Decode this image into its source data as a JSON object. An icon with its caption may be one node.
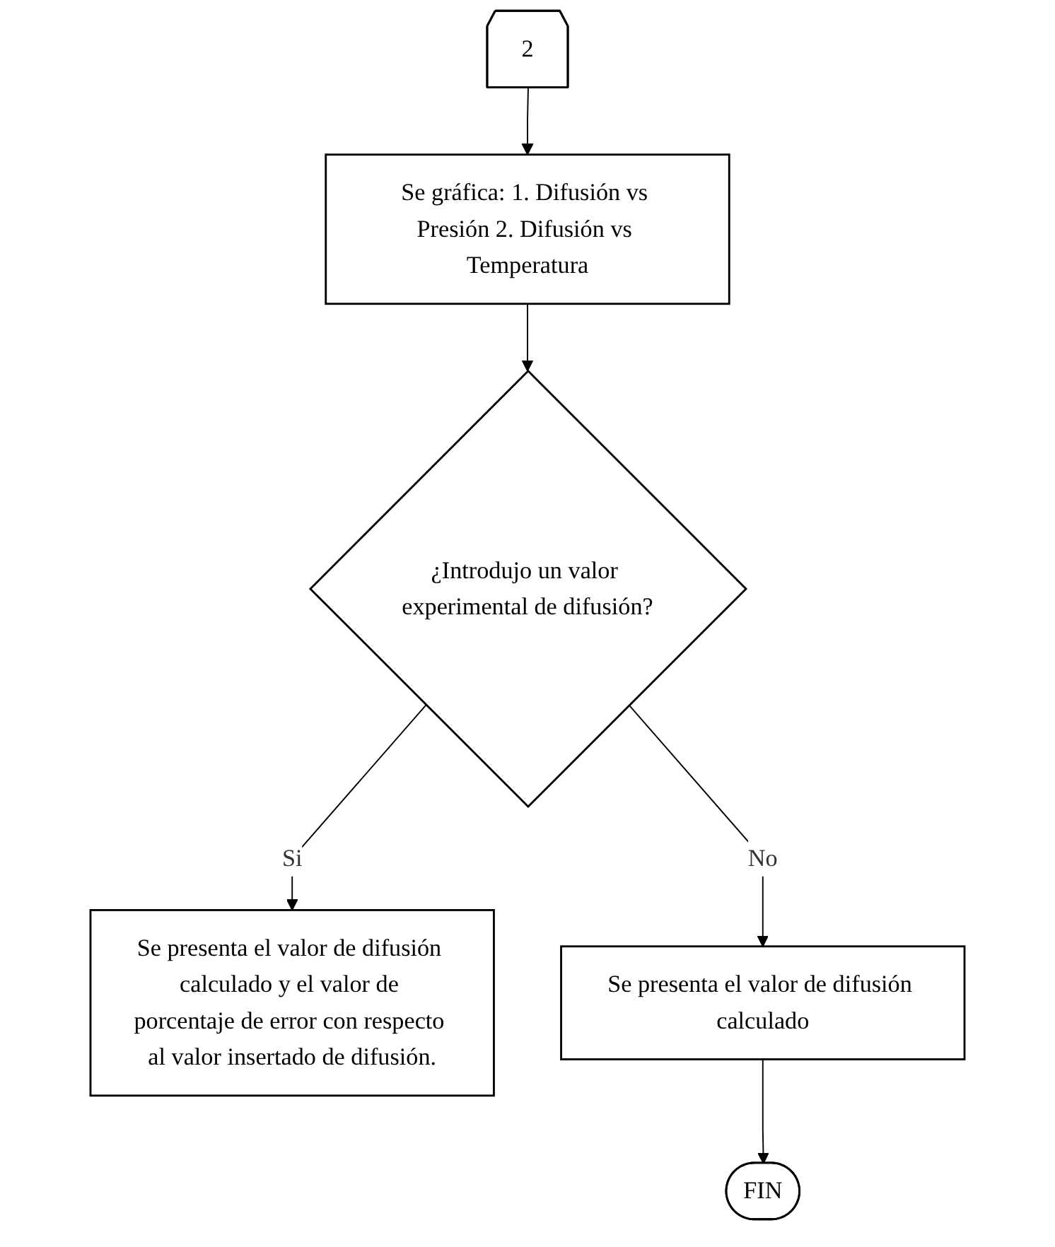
{
  "diagram": {
    "nodes": [
      {
        "text": [
          "2"
        ]
      },
      {
        "text": [
          "Se gráfica: 1. Difusión vs Presión 2. Difusión vs Temperatura"
        ]
      },
      {
        "text": [
          "¿Introdujo un valor experimental de difusión?"
        ]
      },
      {
        "text": [
          "Se presenta el valor de difusión calculado y el valor de porcentaje de error con respecto al valor insertado de difusión."
        ]
      },
      {
        "text": [
          "Se presenta el valor de difusión calculado"
        ]
      },
      {
        "text": [
          "FIN"
        ]
      }
    ],
    "edges": [
      {
        "from": 0,
        "to": 1,
        "arrow": "to"
      },
      {
        "from": 1,
        "to": 2,
        "arrow": "to"
      },
      {
        "from": 2,
        "to": 3,
        "arrow": "to",
        "label": "Si"
      },
      {
        "from": 2,
        "to": 4,
        "arrow": "to",
        "label": "No"
      },
      {
        "from": 4,
        "to": 5,
        "arrow": "to"
      }
    ]
  }
}
